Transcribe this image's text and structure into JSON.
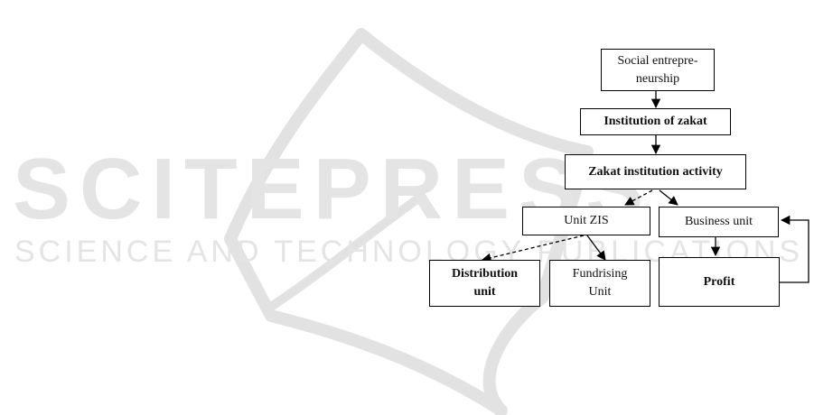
{
  "watermark": {
    "big": "SCITEPRESS",
    "small": "SCIENCE AND TECHNOLOGY PUBLICATIONS"
  },
  "nodes": {
    "social_entrepreneurship": "Social entrepre-neurship",
    "institution_of_zakat": "Institution of zakat",
    "zakat_institution_activity": "Zakat institution activity",
    "unit_zis": "Unit ZIS",
    "business_unit": "Business unit",
    "distribution_unit": "Distribution unit",
    "fundrising_unit": "Fundrising Unit",
    "profit": "Profit"
  },
  "colors": {
    "line": "#000000",
    "watermark": "#e4e4e4"
  }
}
